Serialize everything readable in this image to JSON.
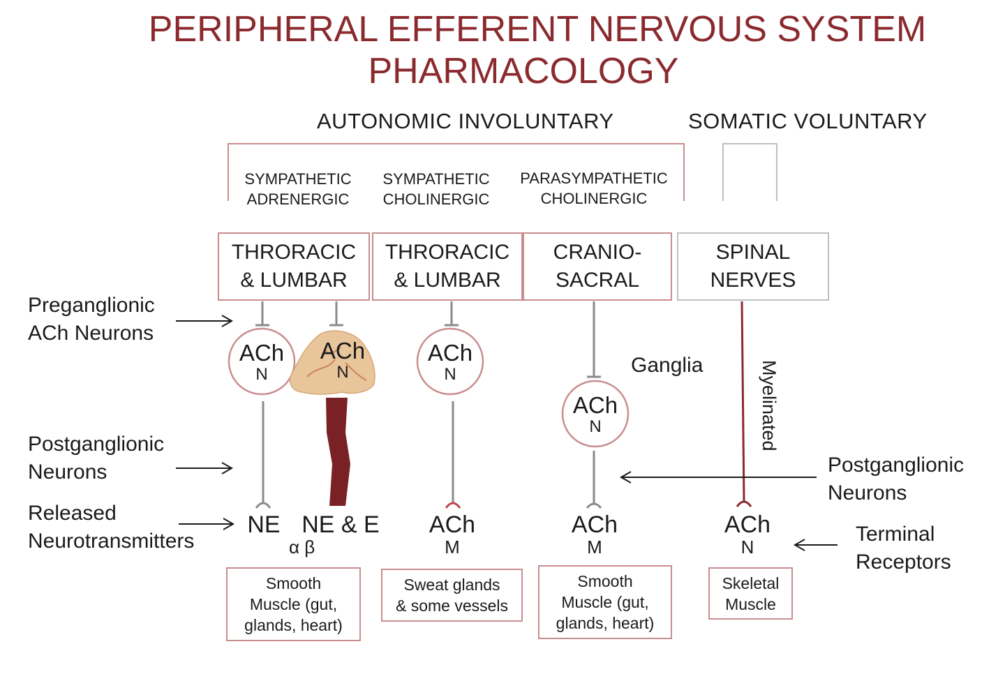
{
  "title": {
    "line1": "PERIPHERAL EFFERENT NERVOUS SYSTEM",
    "line2": "PHARMACOLOGY"
  },
  "headings": {
    "autonomic": "AUTONOMIC INVOLUNTARY",
    "somatic": "SOMATIC VOLUNTARY"
  },
  "divisions": [
    {
      "line1": "SYMPATHETIC",
      "line2": "ADRENERGIC"
    },
    {
      "line1": "SYMPATHETIC",
      "line2": "CHOLINERGIC"
    },
    {
      "line1": "PARASYMPATHETIC",
      "line2": "CHOLINERGIC"
    }
  ],
  "origins": [
    {
      "line1": "THRORACIC",
      "line2": "& LUMBAR"
    },
    {
      "line1": "THRORACIC",
      "line2": "& LUMBAR"
    },
    {
      "line1": "CRANIO-",
      "line2": "SACRAL"
    },
    {
      "line1": "SPINAL",
      "line2": "NERVES"
    }
  ],
  "side_labels": {
    "preganglionic": {
      "line1": "Preganglionic",
      "line2": "ACh Neurons"
    },
    "postganglionic_left": {
      "line1": "Postganglionic",
      "line2": "Neurons"
    },
    "released": {
      "line1": "Released",
      "line2": "Neurotransmitters"
    },
    "postganglionic_right": {
      "line1": "Postganglionic",
      "line2": "Neurons"
    },
    "terminal": {
      "line1": "Terminal",
      "line2": "Receptors"
    },
    "ganglia": "Ganglia",
    "myelinated": "Myelinated"
  },
  "ganglia": [
    {
      "name": "ACh",
      "receptor": "N"
    },
    {
      "name": "ACh",
      "receptor": "N"
    },
    {
      "name": "ACh",
      "receptor": "N"
    },
    {
      "name": "ACh",
      "receptor": "N"
    }
  ],
  "transmitters": [
    {
      "name": "NE",
      "receptor": ""
    },
    {
      "name": "NE & E",
      "receptor": "α  β"
    },
    {
      "name": "ACh",
      "receptor": "M"
    },
    {
      "name": "ACh",
      "receptor": "M"
    },
    {
      "name": "ACh",
      "receptor": "N"
    }
  ],
  "targets": [
    {
      "line1": "Smooth",
      "line2": "Muscle (gut,",
      "line3": "glands, heart)"
    },
    {
      "line1": "Sweat glands",
      "line2": "& some vessels"
    },
    {
      "line1": "Smooth",
      "line2": "Muscle (gut,",
      "line3": "glands, heart)"
    },
    {
      "line1": "Skeletal",
      "line2": "Muscle"
    }
  ],
  "colors": {
    "title": "#8b2a2e",
    "box_border": "#c98d8f",
    "somatic_border": "#bfbfbf",
    "somatic_axon": "#8b2a2e",
    "neuron_line": "#8a8a8a",
    "adrenal_tissue": "#e8c59a",
    "adrenal_vessel": "#7a2125"
  },
  "icons": {
    "adrenal": "adrenal-gland-icon",
    "vessel": "blood-vessel-icon"
  }
}
